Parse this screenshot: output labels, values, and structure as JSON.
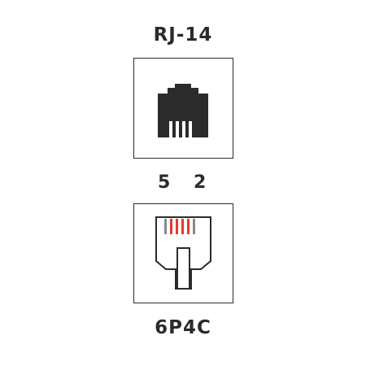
{
  "diagram": {
    "connector_name": "RJ-14",
    "pin_numbers": [
      "5",
      "2"
    ],
    "plug_type": "6P4C",
    "active_contact_color": "#e8372f",
    "inactive_contact_color": "#8a8a8a",
    "outline_color": "#2b2b2b",
    "socket_icon": "rj-jack-icon",
    "plug_icon": "modular-plug-icon"
  }
}
